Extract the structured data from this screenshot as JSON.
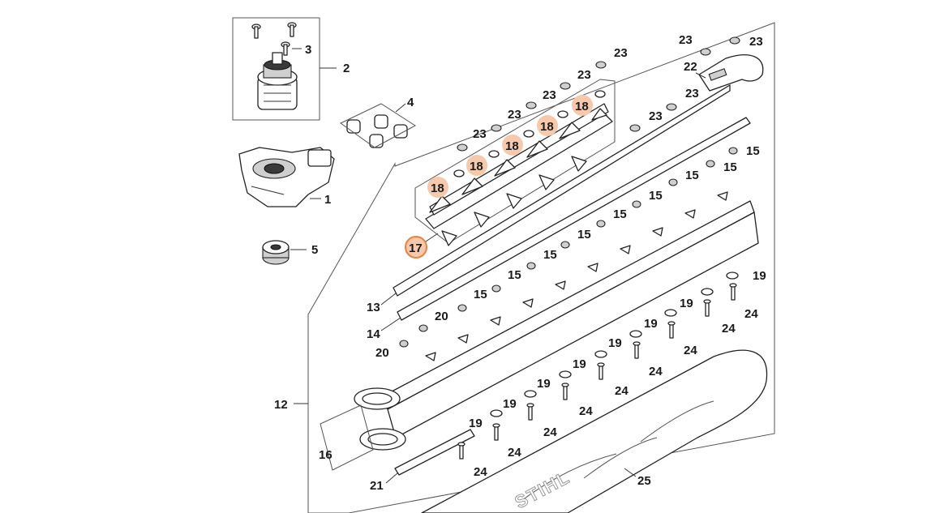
{
  "brand_text": "STIHL",
  "colors": {
    "highlight_fill": "#f6c9ad",
    "highlight_ring": "#e8803f",
    "line": "#222222"
  },
  "labels": {
    "p1": "1",
    "p2": "2",
    "p3": "3",
    "p4": "4",
    "p5": "5",
    "p12": "12",
    "p13": "13",
    "p14": "14",
    "p15": "15",
    "p16": "16",
    "p17": "17",
    "p18": "18",
    "p19": "19",
    "p20": "20",
    "p21": "21",
    "p22": "22",
    "p23": "23",
    "p24": "24",
    "p25": "25"
  }
}
